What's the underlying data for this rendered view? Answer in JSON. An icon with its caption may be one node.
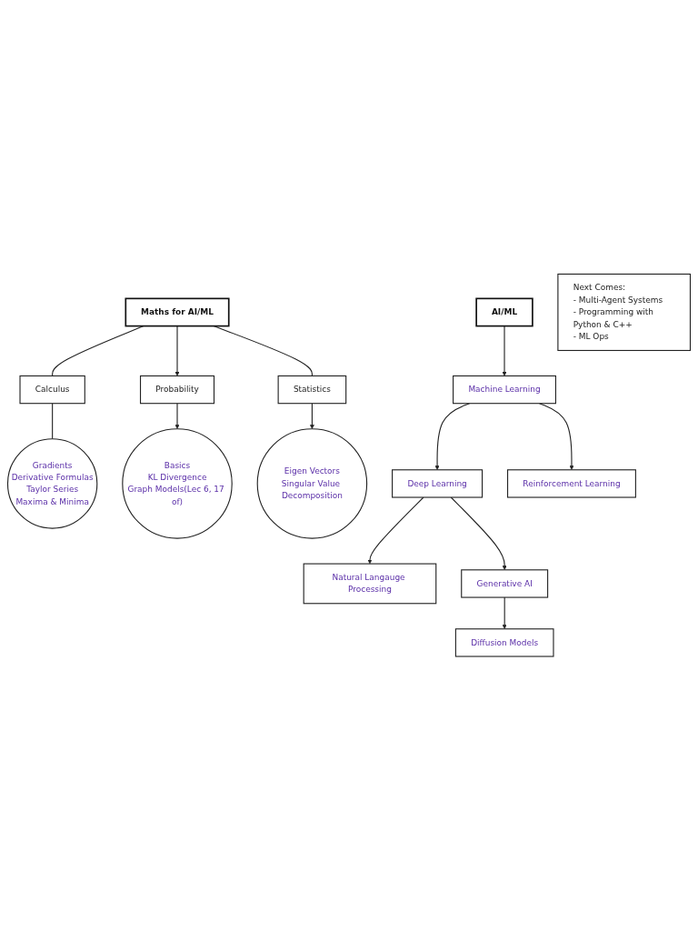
{
  "diagram": {
    "nodes": [
      {
        "text": [
          "Maths for AI/ML"
        ]
      },
      {
        "text": [
          "Calculus"
        ]
      },
      {
        "text": [
          "Probability"
        ]
      },
      {
        "text": [
          "Statistics"
        ]
      },
      {
        "text": [
          "Gradients",
          "Derivative Formulas",
          "Taylor Series",
          "Maxima & Minima"
        ]
      },
      {
        "text": [
          "Basics",
          "KL Divergence",
          "Graph Models(Lec 6, 17 of)"
        ]
      },
      {
        "text": [
          "Eigen Vectors",
          "Singular Value Decomposition"
        ]
      },
      {
        "text": [
          "AI/ML"
        ]
      },
      {
        "text": [
          "Machine Learning"
        ]
      },
      {
        "text": [
          "Deep Learning"
        ]
      },
      {
        "text": [
          "Reinforcement Learning"
        ]
      },
      {
        "text": [
          "Natural Langauge Processing"
        ]
      },
      {
        "text": [
          "Generative AI"
        ]
      },
      {
        "text": [
          "Diffusion Models"
        ]
      },
      {
        "text": [
          "Next Comes:",
          "- Multi-Agent Systems",
          "- Programming with Python & C++",
          "- ML Ops"
        ]
      }
    ],
    "edges": [
      {
        "from": 0,
        "to": 1,
        "arrow": "none"
      },
      {
        "from": 0,
        "to": 2,
        "arrow": "to"
      },
      {
        "from": 0,
        "to": 3,
        "arrow": "none"
      },
      {
        "from": 1,
        "to": 4,
        "arrow": "none"
      },
      {
        "from": 2,
        "to": 5,
        "arrow": "to"
      },
      {
        "from": 3,
        "to": 6,
        "arrow": "to"
      },
      {
        "from": 7,
        "to": 8,
        "arrow": "to"
      },
      {
        "from": 8,
        "to": 9,
        "arrow": "to"
      },
      {
        "from": 8,
        "to": 10,
        "arrow": "to"
      },
      {
        "from": 9,
        "to": 11,
        "arrow": "to"
      },
      {
        "from": 9,
        "to": 12,
        "arrow": "to"
      },
      {
        "from": 12,
        "to": 13,
        "arrow": "to"
      }
    ]
  }
}
